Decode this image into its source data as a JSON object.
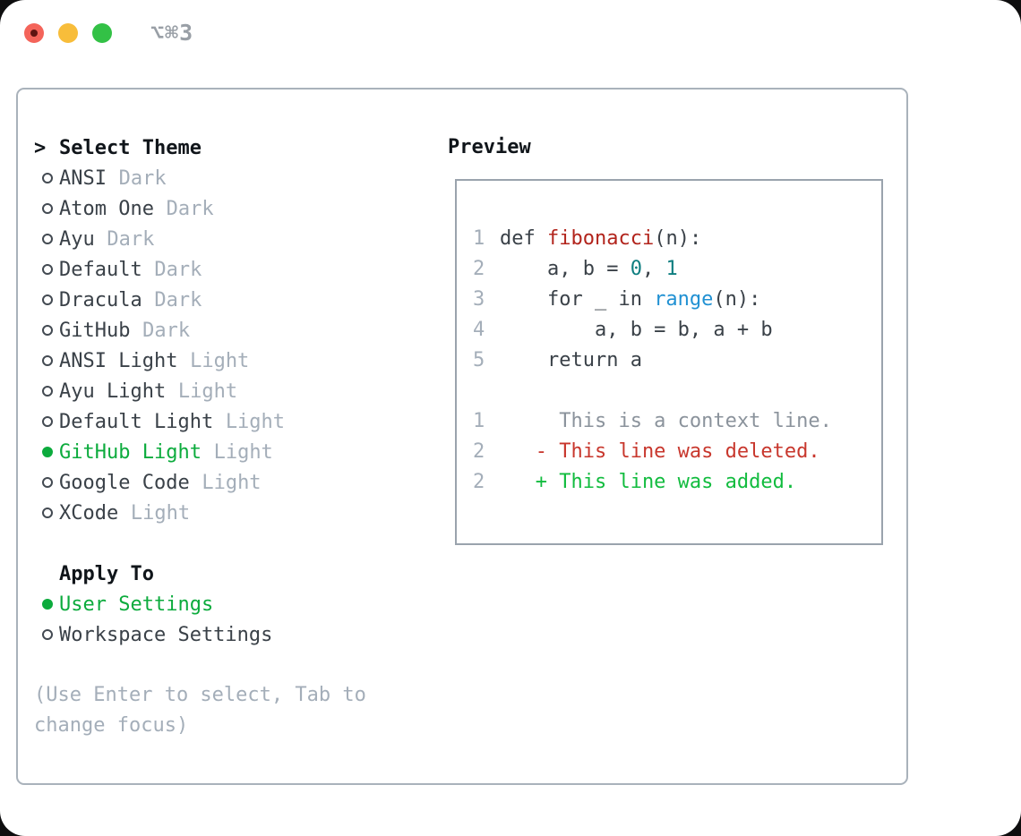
{
  "window": {
    "title": "⌥⌘3",
    "traffic_lights": [
      {
        "name": "close",
        "color": "#f4645a",
        "has_dot": true
      },
      {
        "name": "minimize",
        "color": "#f8bd3a",
        "has_dot": false
      },
      {
        "name": "zoom",
        "color": "#33c146",
        "has_dot": false
      }
    ]
  },
  "theme_panel": {
    "header": {
      "cursor": ">",
      "label": "Select Theme"
    },
    "themes": [
      {
        "name": "ANSI",
        "tag": "Dark",
        "selected": false
      },
      {
        "name": "Atom One",
        "tag": "Dark",
        "selected": false
      },
      {
        "name": "Ayu",
        "tag": "Dark",
        "selected": false
      },
      {
        "name": "Default",
        "tag": "Dark",
        "selected": false
      },
      {
        "name": "Dracula",
        "tag": "Dark",
        "selected": false
      },
      {
        "name": "GitHub",
        "tag": "Dark",
        "selected": false
      },
      {
        "name": "ANSI Light",
        "tag": "Light",
        "selected": false
      },
      {
        "name": "Ayu Light",
        "tag": "Light",
        "selected": false
      },
      {
        "name": "Default Light",
        "tag": "Light",
        "selected": false
      },
      {
        "name": "GitHub Light",
        "tag": "Light",
        "selected": true
      },
      {
        "name": "Google Code",
        "tag": "Light",
        "selected": false
      },
      {
        "name": "XCode",
        "tag": "Light",
        "selected": false
      }
    ],
    "apply_to": {
      "label": "Apply To",
      "options": [
        {
          "name": "User Settings",
          "selected": true
        },
        {
          "name": "Workspace Settings",
          "selected": false
        }
      ]
    },
    "hint_lines": [
      "(Use Enter to select, Tab to",
      "change focus)"
    ]
  },
  "preview": {
    "label": "Preview",
    "code_lines": [
      {
        "num": "1",
        "tokens": [
          {
            "t": "def ",
            "c": "plain"
          },
          {
            "t": "fibonacci",
            "c": "func"
          },
          {
            "t": "(n):",
            "c": "plain"
          }
        ]
      },
      {
        "num": "2",
        "tokens": [
          {
            "t": "    a, b = ",
            "c": "plain"
          },
          {
            "t": "0",
            "c": "number"
          },
          {
            "t": ", ",
            "c": "plain"
          },
          {
            "t": "1",
            "c": "number"
          }
        ]
      },
      {
        "num": "3",
        "tokens": [
          {
            "t": "    for _ in ",
            "c": "plain"
          },
          {
            "t": "range",
            "c": "builtin"
          },
          {
            "t": "(n):",
            "c": "plain"
          }
        ]
      },
      {
        "num": "4",
        "tokens": [
          {
            "t": "        a, b = b, a + b",
            "c": "plain"
          }
        ]
      },
      {
        "num": "5",
        "tokens": [
          {
            "t": "    return a",
            "c": "plain"
          }
        ]
      }
    ],
    "diff_lines": [
      {
        "num": "1",
        "kind": "context",
        "text": "     This is a context line."
      },
      {
        "num": "2",
        "kind": "deleted",
        "text": "   - This line was deleted."
      },
      {
        "num": "2",
        "kind": "added",
        "text": "   + This line was added."
      }
    ]
  },
  "colors": {
    "accent_green": "#0cab3d",
    "added_green": "#12bc3f",
    "deleted_red": "#c8372d",
    "function_red": "#b2241c",
    "number_teal": "#0e7e80",
    "builtin_blue": "#2191d3",
    "text_dark": "#3a4148",
    "muted_gray": "#a4aeb9",
    "context_gray": "#8b939c",
    "panel_border": "#a9b2bb",
    "preview_border": "#9aa3ad"
  }
}
